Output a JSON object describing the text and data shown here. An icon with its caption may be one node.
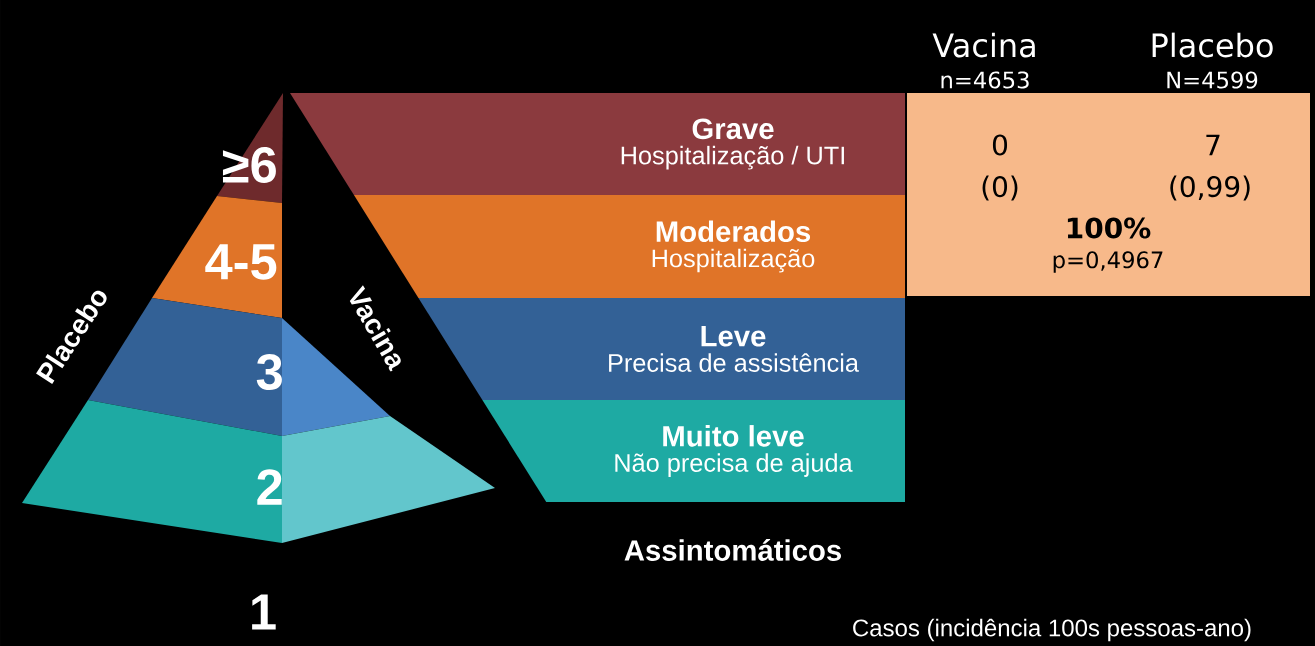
{
  "diagram": {
    "nodes": [
      {
        "text": [
          "≥6"
        ]
      },
      {
        "text": [
          "4-5"
        ]
      },
      {
        "text": [
          "3"
        ]
      },
      {
        "text": [
          "2"
        ]
      },
      {
        "text": [
          "Grave",
          "Hospitalização / UTI"
        ]
      },
      {
        "text": [
          "Moderados",
          "Hospitalização"
        ]
      },
      {
        "text": [
          "Leve",
          "Precisa de assistência"
        ]
      },
      {
        "text": [
          "Muito leve",
          "Não precisa de ajuda"
        ]
      },
      {
        "text": [
          "0",
          "(0)",
          "7",
          "(0,99)",
          "100%",
          "p=0,4967"
        ]
      }
    ],
    "labels": [
      "Vacina",
      "n=4653",
      "Placebo",
      "N=4599",
      "Placebo",
      "Vacina",
      "1",
      "Assintomáticos",
      "Casos (incidência 100s pessoas-ano)"
    ]
  }
}
